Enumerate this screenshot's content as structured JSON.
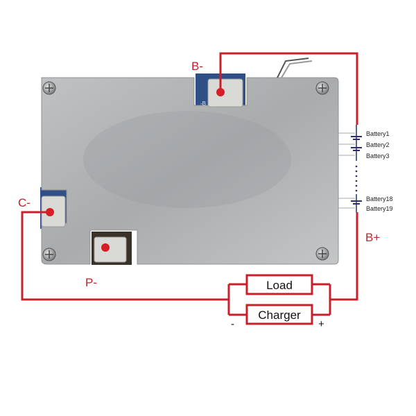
{
  "terminals": {
    "b_minus": "B-",
    "c_minus": "C-",
    "p_minus": "P-",
    "b_plus": "B+"
  },
  "pad_label": "-B",
  "batteries": [
    "Battery1",
    "Battery2",
    "Battery3",
    "Battery18",
    "Battery19"
  ],
  "boxes": {
    "load": "Load",
    "charger": "Charger"
  },
  "polarity": {
    "minus": "-",
    "plus": "+"
  },
  "colors": {
    "wire": "#c8202a",
    "terminal": "#d51e25",
    "plate": "#b7b9bb",
    "pcb": "#2f4f86",
    "battery_line": "#2b2f6b"
  }
}
